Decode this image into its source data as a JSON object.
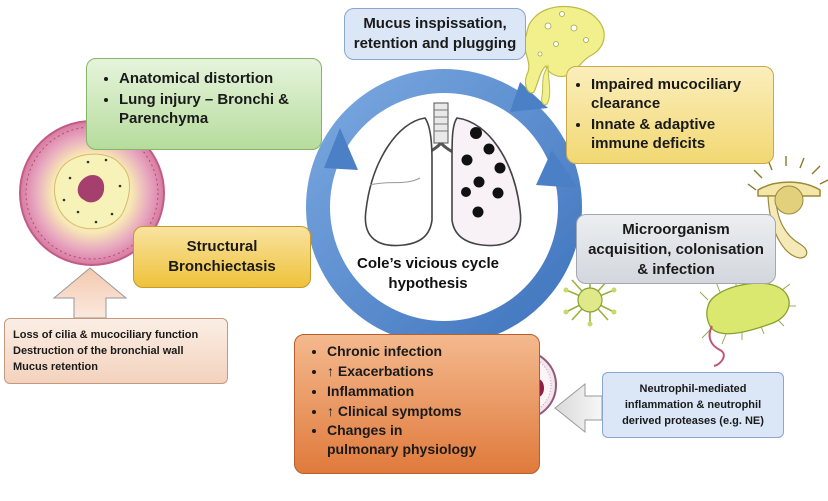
{
  "center": {
    "line1": "Cole’s vicious cycle",
    "line2": "hypothesis"
  },
  "boxes": {
    "mucus": {
      "lines": [
        "Mucus inspissation,",
        "retention and plugging"
      ]
    },
    "clearance": {
      "items": [
        "Impaired mucociliary clearance",
        "Innate & adaptive immune deficits"
      ]
    },
    "microorganism": {
      "lines": [
        "Microorganism",
        "acquisition, colonisation",
        "& infection"
      ]
    },
    "chronic": {
      "items": [
        "Chronic infection",
        "↑ Exacerbations",
        "Inflammation",
        "↑ Clinical symptoms",
        "Changes in pulmonary physiology"
      ]
    },
    "anatomical": {
      "items": [
        "Anatomical distortion",
        "Lung injury – Bronchi & Parenchyma"
      ]
    },
    "structural": {
      "lines": [
        "Structural",
        "Bronchiectasis"
      ]
    },
    "loss": {
      "lines": [
        "Loss of cilia & mucociliary function",
        "Destruction of the bronchial wall",
        "Mucus retention"
      ]
    },
    "neutrophil": {
      "lines": [
        "Neutrophil-mediated",
        "inflammation & neutrophil",
        "derived proteases (e.g. NE)"
      ]
    }
  },
  "colors": {
    "cycle": "#5b8fcf",
    "mucus_box": "#dbe6f7",
    "clearance_box": "#f7e18a",
    "micro_box": "#d9dde3",
    "chronic_box": "#e9955a",
    "anatomical_box": "#bfe0a8",
    "structural_box": "#f3c74a",
    "loss_box": "#f6dccb",
    "neutrophil_box": "#dbe6f7"
  }
}
